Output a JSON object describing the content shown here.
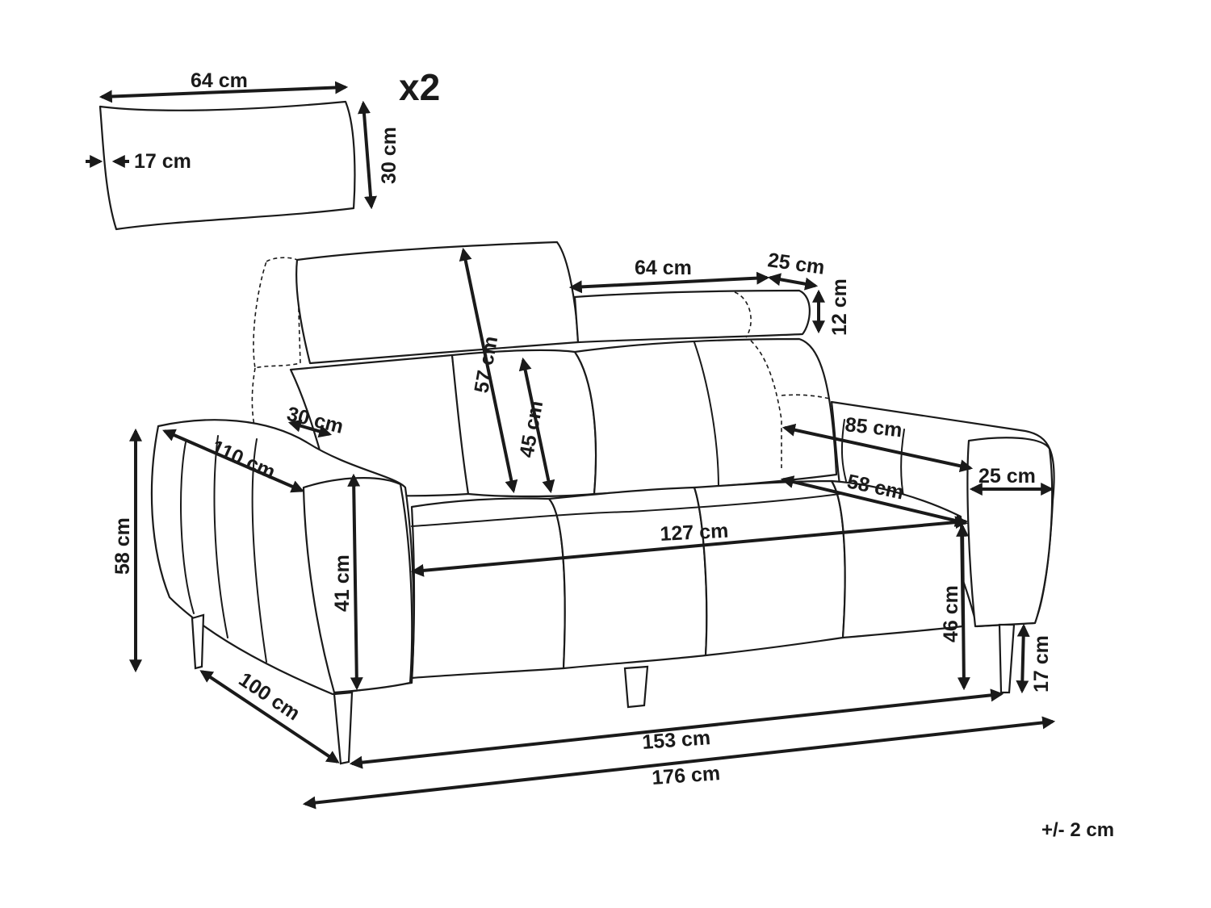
{
  "quantity": "x2",
  "tolerance": "+/- 2 cm",
  "pillow": {
    "width": "64 cm",
    "depth": "17 cm",
    "height": "30 cm"
  },
  "dimensions": {
    "headrest_height": "57 cm",
    "back_height": "45 cm",
    "headrest_top_width": "64 cm",
    "headrest_extension": "25 cm",
    "headrest_thickness": "12 cm",
    "armrest_top_depth": "30 cm",
    "armrest_length": "110 cm",
    "seat_depth_total": "85 cm",
    "armrest_width": "25 cm",
    "seat_depth": "58 cm",
    "seat_width": "127 cm",
    "total_height": "58 cm",
    "arm_height": "41 cm",
    "seat_height": "46 cm",
    "leg_height": "17 cm",
    "depth": "100 cm",
    "width_between_legs": "153 cm",
    "total_width": "176 cm"
  }
}
